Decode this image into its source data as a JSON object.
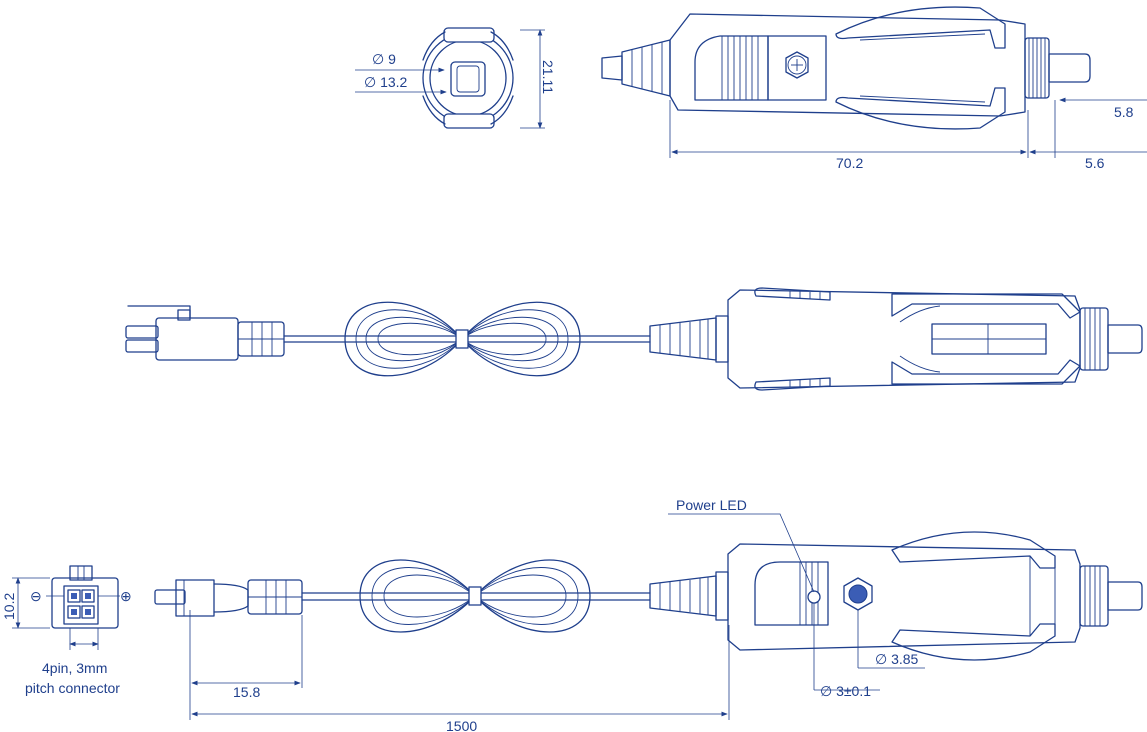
{
  "colors": {
    "line": "#1f3f8c",
    "background": "#ffffff"
  },
  "dimensions": {
    "dia_inner": "∅ 9",
    "dia_outer": "∅ 13.2",
    "height": "21.11",
    "tip_dia": "5.8",
    "length": "70.2",
    "tip_length": "5.6",
    "connector_height": "10.2",
    "plug_length": "15.8",
    "cable_length": "1500",
    "screw_dia": "∅ 3.85",
    "led_dia": "∅ 3±0.1"
  },
  "labels": {
    "power_led": "Power LED",
    "connector_line1": "4pin, 3mm",
    "connector_line2": "pitch connector",
    "minus": "⊖",
    "plus": "⊕"
  }
}
